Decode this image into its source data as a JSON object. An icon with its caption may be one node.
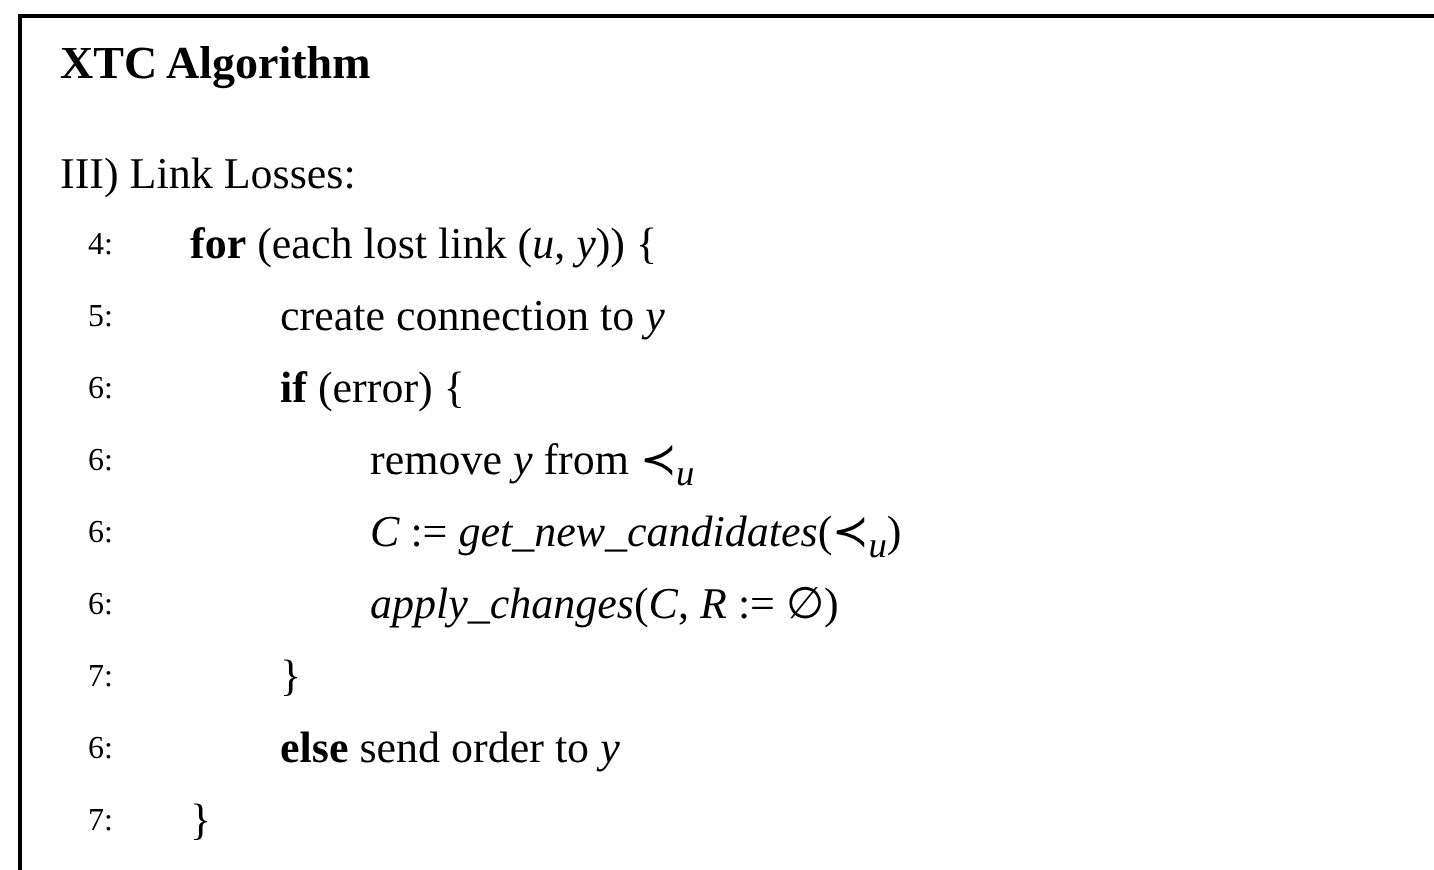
{
  "diagram": {
    "nodes": [
      {
        "text": [
          "XTC Algorithm",
          "III) Link Losses:"
        ]
      }
    ],
    "labels": [
      "4:",
      "**for** (each lost link (*u*, *y*)) {",
      "5:",
      "create connection to *y*",
      "6:",
      "**if** (error) {",
      "6:",
      "remove *y* from ≺$_{u}$",
      "6:",
      "*C* := *get_new_candidates*(≺$_{u}$)",
      "6:",
      "*apply_changes*(*C*,  *R* := ∅)",
      "7:",
      "}",
      "6:",
      "**else** send order to *y*",
      "7:",
      "}"
    ]
  }
}
